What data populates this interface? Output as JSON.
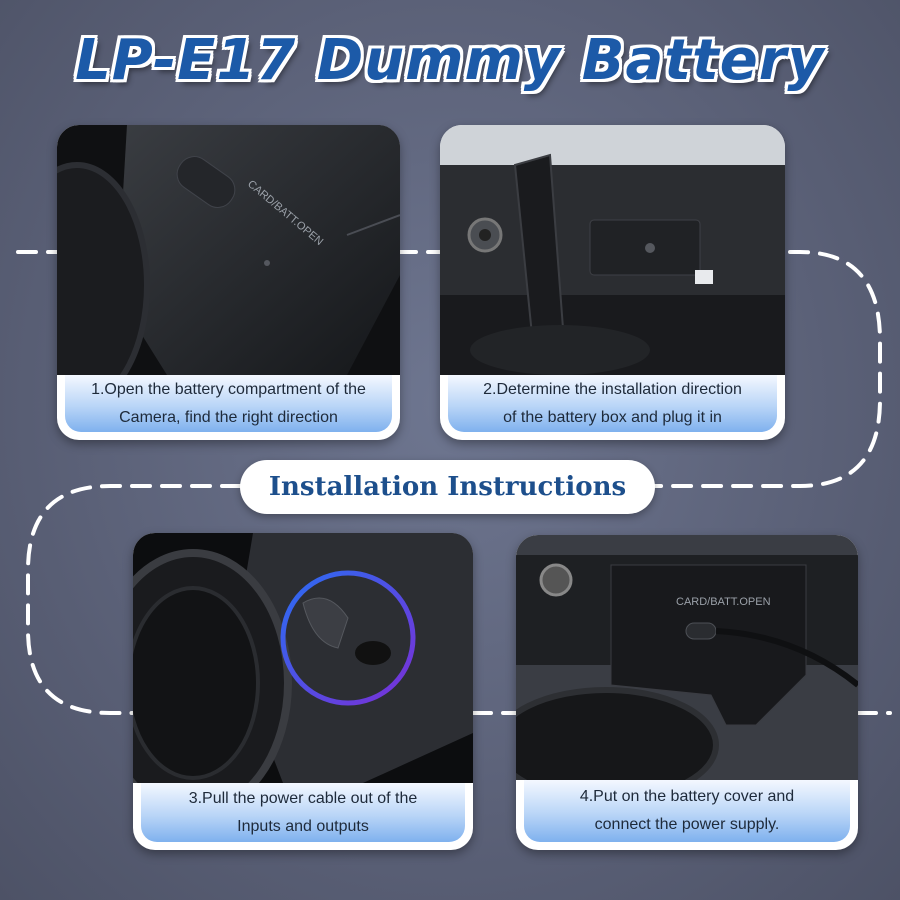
{
  "title": "LP-E17 Dummy Battery",
  "section_label": "Installation Instructions",
  "steps": [
    {
      "line1": "1.Open the battery compartment of the",
      "line2": "Camera, find the right direction"
    },
    {
      "line1": "2.Determine the installation direction",
      "line2": "of the battery box and plug it in"
    },
    {
      "line1": "3.Pull the power cable out of the",
      "line2": "Inputs and outputs"
    },
    {
      "line1": "4.Put on the battery cover  and",
      "line2": "connect the power supply."
    }
  ],
  "camera_labels": {
    "card_batt_open": "CARD/BATT.OPEN"
  },
  "colors": {
    "title": "#1c5aa8",
    "background": "#5c6279",
    "caption_gradient_end": "#7fb1ee"
  }
}
